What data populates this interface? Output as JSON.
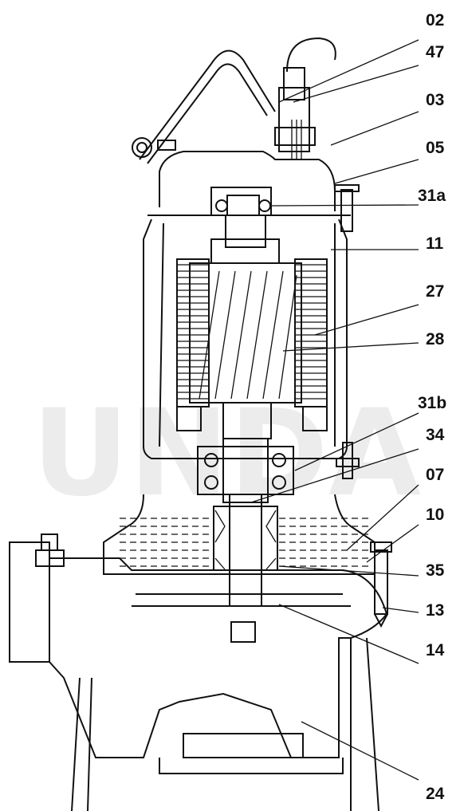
{
  "watermark": "UNDA",
  "labels": [
    "02",
    "47",
    "03",
    "05",
    "31a",
    "11",
    "27",
    "28",
    "31b",
    "34",
    "07",
    "10",
    "35",
    "13",
    "14",
    "24"
  ],
  "colors": {
    "line": "#111111",
    "watermark": "#ececec",
    "background": "#ffffff"
  }
}
